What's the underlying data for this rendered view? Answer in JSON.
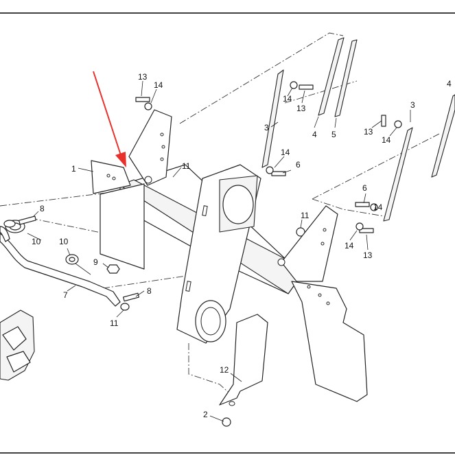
{
  "diagram": {
    "callouts": [
      {
        "id": "c1",
        "text": "1"
      },
      {
        "id": "c2",
        "text": "2"
      },
      {
        "id": "c3a",
        "text": "3"
      },
      {
        "id": "c3b",
        "text": "3"
      },
      {
        "id": "c4a",
        "text": "4"
      },
      {
        "id": "c4b",
        "text": "4"
      },
      {
        "id": "c5",
        "text": "5"
      },
      {
        "id": "c6a",
        "text": "6"
      },
      {
        "id": "c6b",
        "text": "6"
      },
      {
        "id": "c7",
        "text": "7"
      },
      {
        "id": "c8a",
        "text": "8"
      },
      {
        "id": "c8b",
        "text": "8"
      },
      {
        "id": "c9",
        "text": "9"
      },
      {
        "id": "c10a",
        "text": "10"
      },
      {
        "id": "c10b",
        "text": "10"
      },
      {
        "id": "c11a",
        "text": "11"
      },
      {
        "id": "c11b",
        "text": "11"
      },
      {
        "id": "c11c",
        "text": "11"
      },
      {
        "id": "c12",
        "text": "12"
      },
      {
        "id": "c13a",
        "text": "13"
      },
      {
        "id": "c13b",
        "text": "13"
      },
      {
        "id": "c13c",
        "text": "13"
      },
      {
        "id": "c13d",
        "text": "13"
      },
      {
        "id": "c14a",
        "text": "14"
      },
      {
        "id": "c14b",
        "text": "14"
      },
      {
        "id": "c14c",
        "text": "14"
      },
      {
        "id": "c14d",
        "text": "14"
      },
      {
        "id": "c14e",
        "text": "14"
      },
      {
        "id": "c14f",
        "text": "14"
      }
    ],
    "colors": {
      "pointer_arrow": "#e8312b",
      "linework": "#222222",
      "background": "#ffffff"
    }
  }
}
